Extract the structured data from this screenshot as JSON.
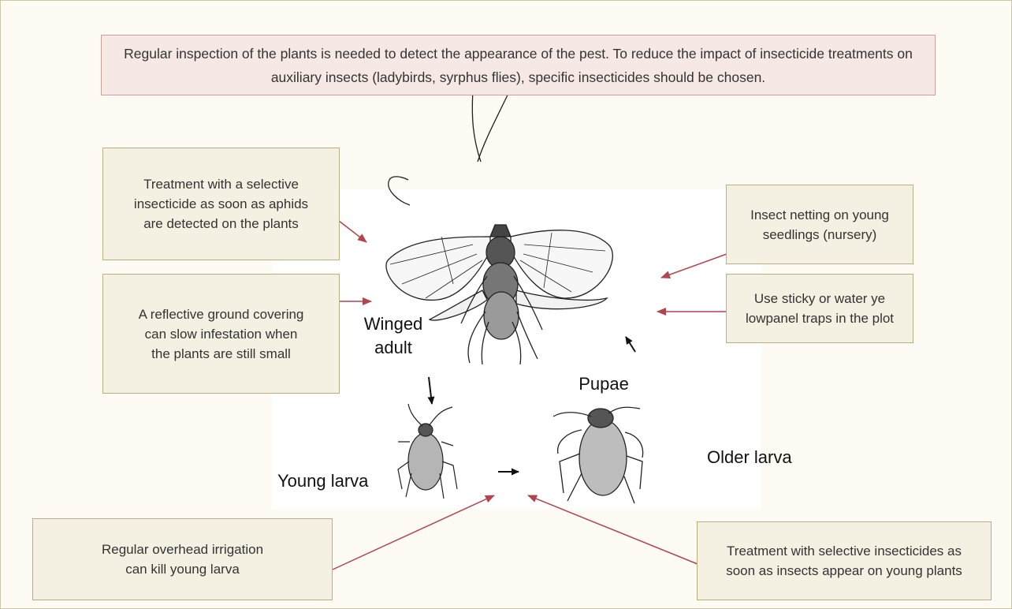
{
  "intro_text": "Regular inspection of the plants is needed to detect the appearance of the pest. To reduce the impact of insecticide treatments on auxiliary insects (ladybirds, syrphus flies), specific insecticides should be chosen.",
  "callouts": {
    "selective_insecticide": "Treatment with a selective\ninsecticide as soon as aphids\nare detected on the plants",
    "reflective_ground": "A reflective ground covering\ncan slow infestation when\nthe plants are still small",
    "insect_netting": "Insect netting on young\nseedlings (nursery)",
    "sticky_traps": "Use sticky or water ye\nlowpanel traps in the plot",
    "overhead_irrigation": "Regular overhead irrigation\ncan kill young larva",
    "selective_young_plants": "Treatment with selective insecticides as\nsoon as insects appear on young plants"
  },
  "stages": {
    "winged_adult": "Winged\nadult",
    "pupae": "Pupae",
    "young_larva": "Young larva",
    "older_larva": "Older larva"
  },
  "colors": {
    "callout_arrow": "#b0444f",
    "intro_background": "#f6e9e5",
    "callout_background": "#f5f1e2"
  }
}
